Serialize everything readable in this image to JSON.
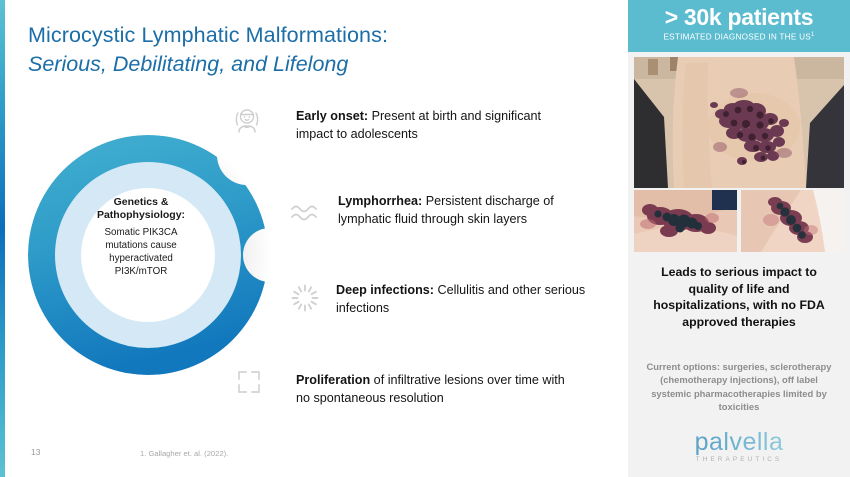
{
  "slide": {
    "page_number": "13",
    "citation": "1. Gallagher et. al. (2022)."
  },
  "title": {
    "line1": "Microcystic Lymphatic Malformations:",
    "line2": "Serious, Debilitating, and Lifelong",
    "color": "#1b6ea8"
  },
  "diagram": {
    "center": {
      "heading": "Genetics & Pathophysiology:",
      "body": "Somatic PIK3CA mutations cause hyperactivated PI3K/mTOR"
    },
    "ring_colors": {
      "top": "#3ba9cc",
      "bottom": "#1278bd",
      "inner": "#d4e9f5"
    },
    "items": [
      {
        "icon": "child-icon",
        "lead": "Early onset:",
        "text": " Present at birth and significant impact to adolescents"
      },
      {
        "icon": "waves-icon",
        "lead": "Lymphorrhea:",
        "text": " Persistent discharge of lymphatic fluid through skin layers"
      },
      {
        "icon": "infection-burst-icon",
        "lead": "Deep infections:",
        "text": " Cellulitis and other serious infections"
      },
      {
        "icon": "expand-arrows-icon",
        "lead": "Proliferation",
        "text": " of infiltrative lesions over time with no spontaneous resolution"
      }
    ]
  },
  "right_panel": {
    "banner": {
      "headline": "> 30k patients",
      "subtext": "ESTIMATED DIAGNOSED IN THE US",
      "footnote_marker": "1",
      "color": "#5bbcd0"
    },
    "photos": [
      {
        "name": "clinical-photo-large",
        "caption": ""
      },
      {
        "name": "clinical-photo-small-left",
        "caption": ""
      },
      {
        "name": "clinical-photo-small-right",
        "caption": ""
      }
    ],
    "impact_text": "Leads to serious impact to quality of life and hospitalizations, with no FDA approved therapies",
    "options_text": "Current options: surgeries, sclerotherapy (chemotherapy injections), off label systemic pharmacotherapies limited by toxicities",
    "logo": {
      "word": "palvella",
      "sub": "THERAPEUTICS"
    }
  }
}
